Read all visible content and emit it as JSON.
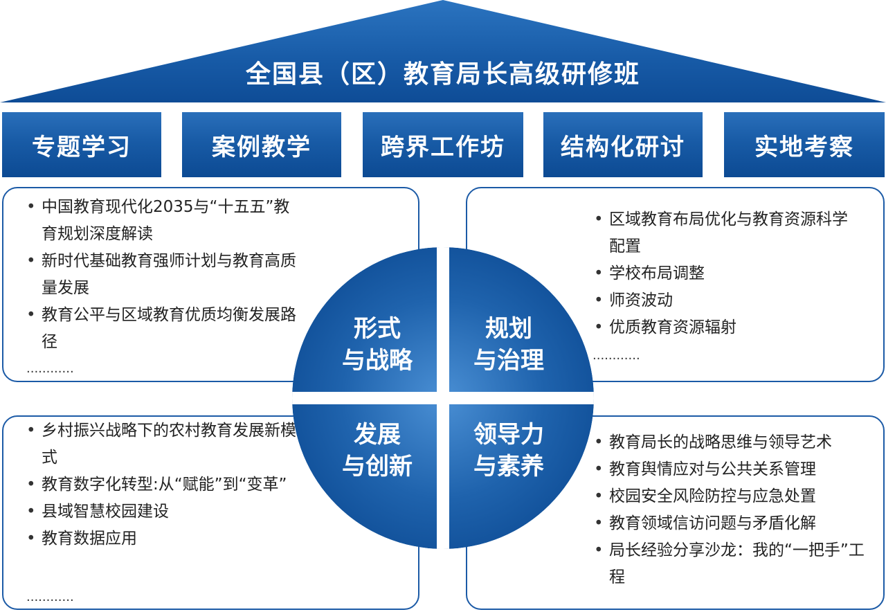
{
  "title": "全国县（区）教育局长高级研修班",
  "pillars": [
    "专题学习",
    "案例教学",
    "跨界工作坊",
    "结构化研讨",
    "实地考察"
  ],
  "quadrants": {
    "top_left": {
      "label_line1": "形式",
      "label_line2": "与战略",
      "items": [
        "中国教育现代化2035与“十五五”教育规划深度解读",
        "新时代基础教育强师计划与教育高质量发展",
        "教育公平与区域教育优质均衡发展路径"
      ],
      "ellipsis": "............"
    },
    "top_right": {
      "label_line1": "规划",
      "label_line2": "与治理",
      "items": [
        "区域教育布局优化与教育资源科学配置",
        "学校布局调整",
        "师资波动",
        "优质教育资源辐射"
      ],
      "ellipsis": "............"
    },
    "bottom_left": {
      "label_line1": "发展",
      "label_line2": "与创新",
      "items": [
        "乡村振兴战略下的农村教育发展新模式",
        "教育数字化转型:从“赋能”到“变革”",
        "县域智慧校园建设",
        "教育数据应用"
      ],
      "ellipsis": "............"
    },
    "bottom_right": {
      "label_line1": "领导力",
      "label_line2": "与素养",
      "items": [
        "教育局长的战略思维与领导艺术",
        "教育舆情应对与公共关系管理",
        "校园安全风险防控与应急处置",
        "教育领域信访问题与矛盾化解",
        "局长经验分享沙龙：我的“一把手”工程"
      ]
    }
  },
  "colors": {
    "primary_blue": "#1b5aa6",
    "dark_blue": "#0c4a93",
    "light_blue": "#3f86cf",
    "text": "#222222"
  }
}
